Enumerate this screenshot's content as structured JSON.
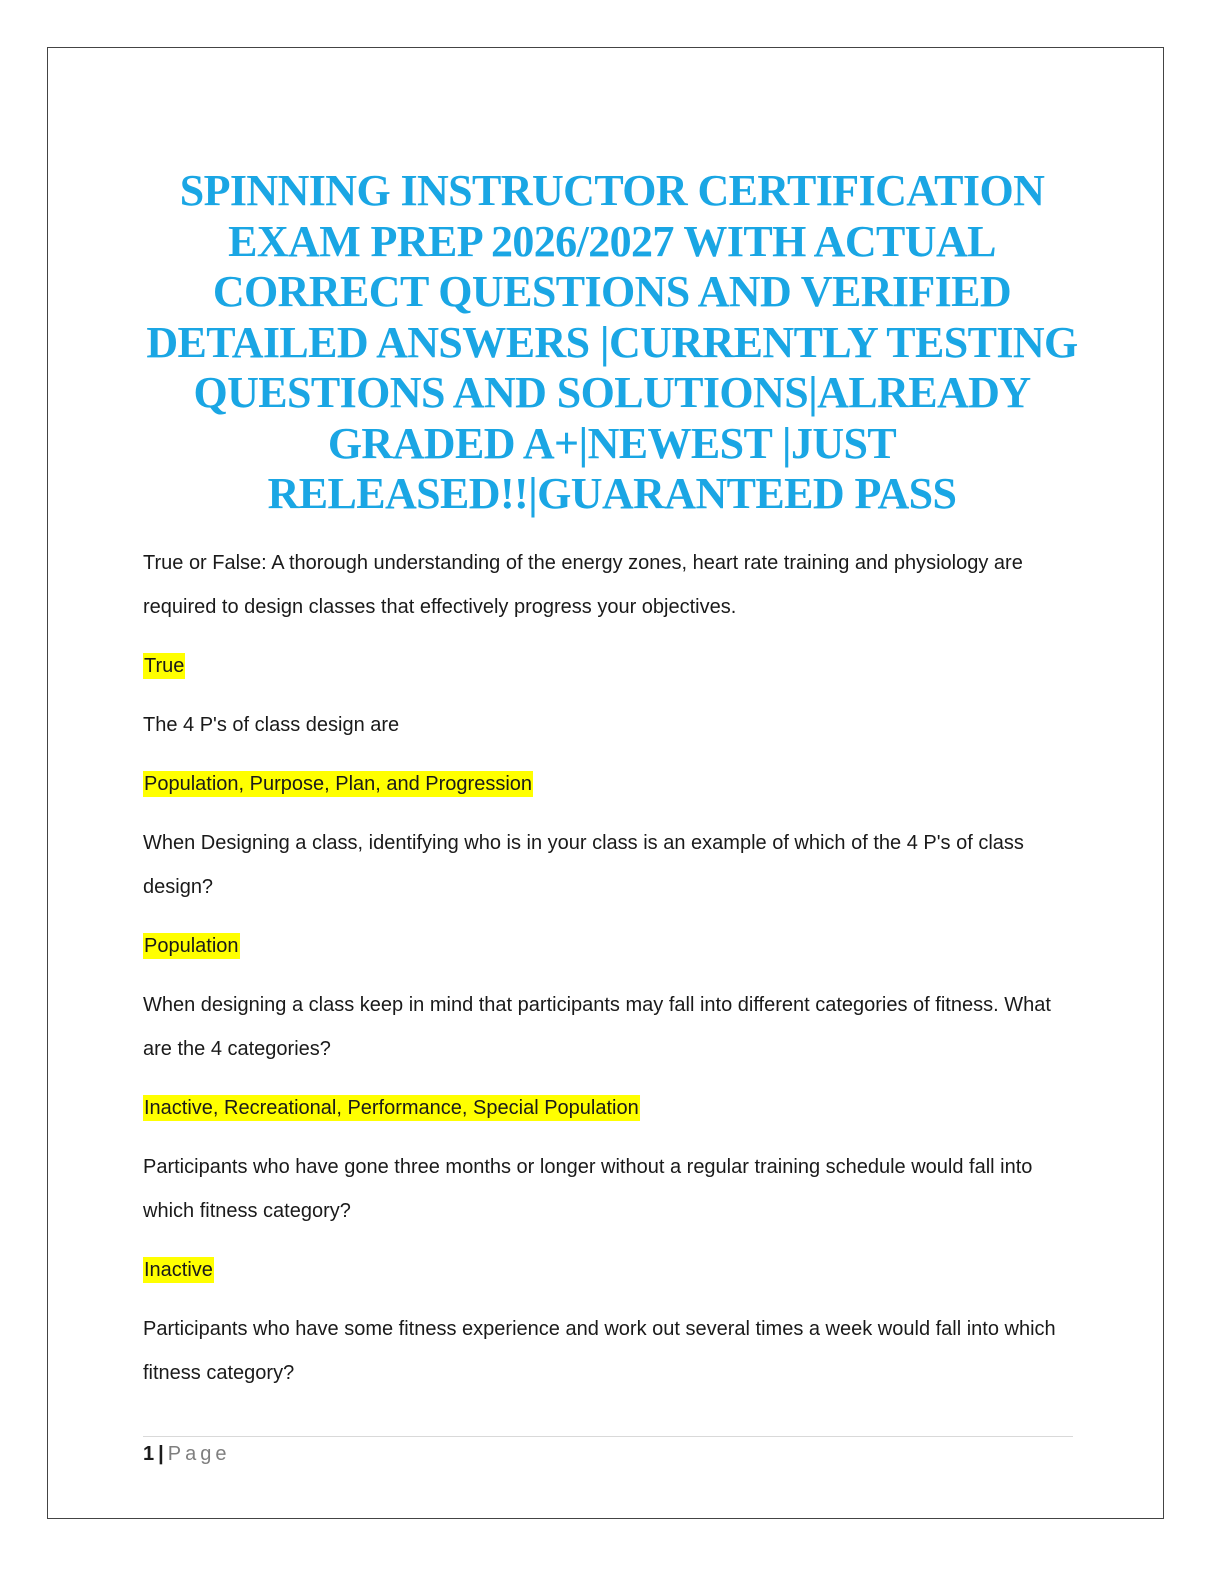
{
  "title": "SPINNING INSTRUCTOR CERTIFICATION EXAM PREP 2026/2027 WITH ACTUAL CORRECT QUESTIONS AND VERIFIED DETAILED ANSWERS |CURRENTLY TESTING QUESTIONS AND SOLUTIONS|ALREADY GRADED A+|NEWEST |JUST RELEASED!!|GUARANTEED PASS",
  "colors": {
    "title": "#1aa6e4",
    "highlight": "#ffff00"
  },
  "qa": [
    {
      "question": "True or False: A thorough understanding of the energy zones, heart rate training and physiology are required to design classes that effectively progress your objectives.",
      "answer": "True"
    },
    {
      "question": "The 4 P's of class design are",
      "answer": "Population, Purpose, Plan, and Progression"
    },
    {
      "question": "When Designing a class, identifying who is in your class is an example of which of the 4 P's of class design?",
      "answer": "Population"
    },
    {
      "question": "When designing a class keep in mind that participants may fall into different categories of fitness. What are the 4 categories?",
      "answer": "Inactive, Recreational, Performance, Special Population"
    },
    {
      "question": "Participants who have gone three months or longer without a regular training schedule would fall into which fitness category?",
      "answer": "Inactive"
    },
    {
      "question": "Participants who have some fitness experience and work out several times a week would fall into which fitness category?",
      "answer": ""
    }
  ],
  "footer": {
    "page_number": "1",
    "separator": "|",
    "page_label": "Page"
  }
}
